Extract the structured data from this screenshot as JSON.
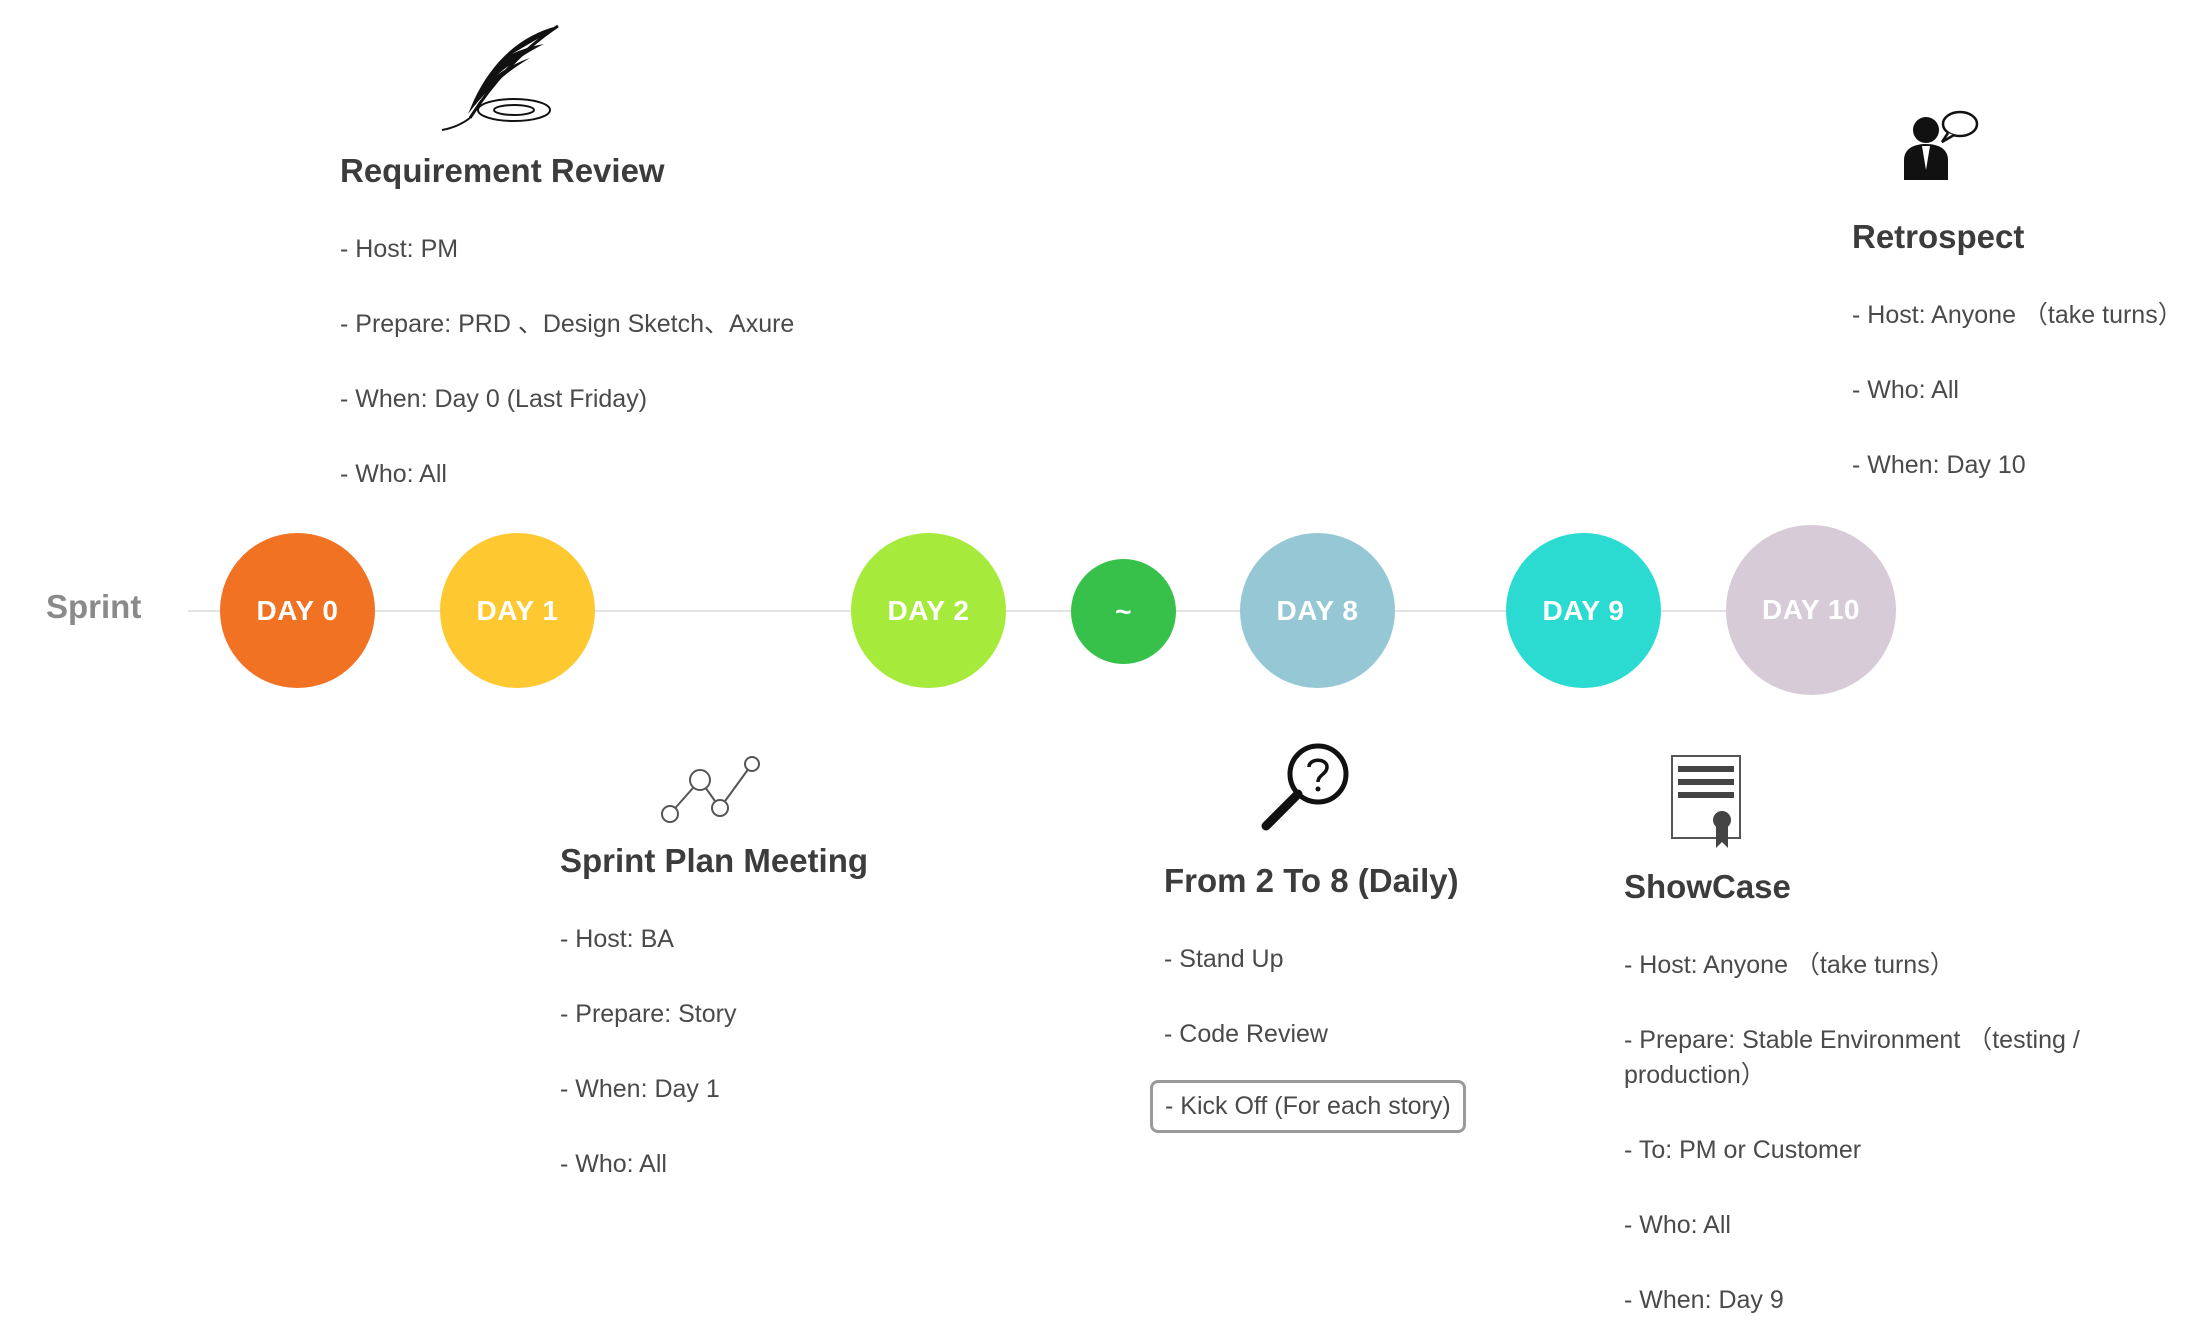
{
  "sprint_label": "Sprint",
  "days": [
    {
      "label": "DAY 0",
      "color": "#F07222"
    },
    {
      "label": "DAY 1",
      "color": "#FEC830"
    },
    {
      "label": "DAY 2",
      "color": "#A6EB3B"
    },
    {
      "label": "~",
      "color": "#37C14B"
    },
    {
      "label": "DAY 8",
      "color": "#95C8D4"
    },
    {
      "label": "DAY 9",
      "color": "#2BDBD1"
    },
    {
      "label": "DAY 10",
      "color": "#D6CBD7"
    }
  ],
  "requirement_review": {
    "icon": "feather-quill-icon",
    "title": "Requirement Review",
    "lines": [
      "- Host: PM",
      "- Prepare: PRD 、Design Sketch、Axure",
      "- When: Day 0 (Last Friday)",
      "- Who: All"
    ]
  },
  "retrospect": {
    "icon": "speaker-person-icon",
    "title": "Retrospect",
    "lines": [
      "- Host: Anyone （take turns）",
      "- Who: All",
      "- When: Day 10"
    ]
  },
  "sprint_plan_meeting": {
    "icon": "line-graph-icon",
    "title": "Sprint Plan Meeting",
    "lines": [
      "- Host: BA",
      "- Prepare: Story",
      "- When: Day 1",
      "- Who: All"
    ]
  },
  "daily": {
    "icon": "magnifier-question-icon",
    "title": "From 2 To 8 (Daily)",
    "lines": [
      "- Stand Up",
      "- Code Review",
      "- Kick Off (For each story)"
    ]
  },
  "showcase": {
    "icon": "certificate-icon",
    "title": "ShowCase",
    "lines": [
      "- Host: Anyone （take turns）",
      "- Prepare: Stable Environment （testing / production）",
      "- To: PM or Customer",
      "- Who: All",
      "- When: Day 9"
    ]
  }
}
